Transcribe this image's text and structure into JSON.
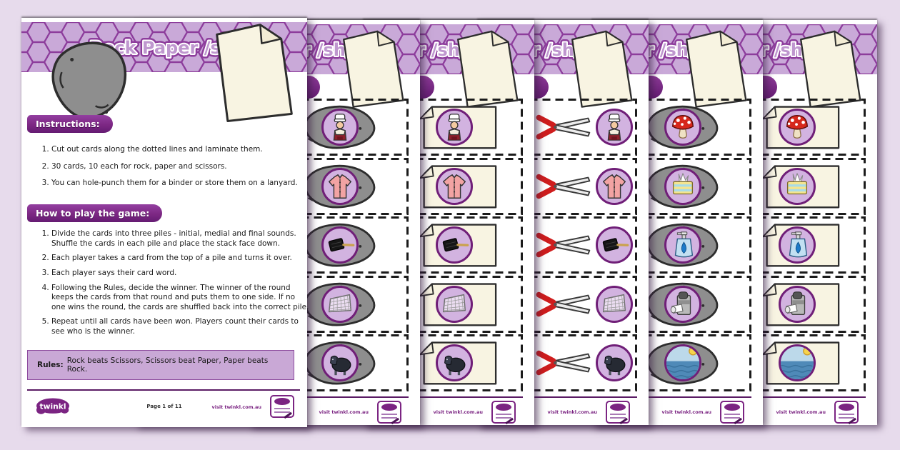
{
  "title": "Rock Paper /sh/",
  "instructions": {
    "heading": "Instructions:",
    "items": [
      "Cut out cards along the dotted lines and laminate them.",
      "30 cards, 10 each for rock, paper and scissors.",
      "You can hole-punch them for a binder or store them on a lanyard."
    ]
  },
  "how_to_play": {
    "heading": "How to play the game:",
    "items": [
      "Divide the cards into three piles - initial, medial and final sounds. Shuffle the cards in each pile and place the stack face down.",
      "Each player takes a card from the top of a pile and turns it over.",
      "Each player says their card word.",
      "Following the Rules, decide the winner. The winner of the round keeps the cards from that round and puts them to one side. If no one wins the round, the cards are shuffled back into the correct pile.",
      "Repeat until all cards have been won. Players count their cards to see who is the winner."
    ]
  },
  "rules": {
    "label": "Rules:",
    "text": "Rock beats Scissors, Scissors beat Paper, Paper beats Rock."
  },
  "footer": {
    "brand": "twinkl",
    "page_label": "Page 1 of 11",
    "visit": "visit twinkl.com.au"
  },
  "card_pages": [
    {
      "type": "rock",
      "images": [
        "chef",
        "shirt",
        "brush",
        "net",
        "sheep"
      ]
    },
    {
      "type": "paper",
      "images": [
        "chef",
        "shirt",
        "brush",
        "net",
        "sheep"
      ]
    },
    {
      "type": "scissors",
      "images": [
        "chef",
        "shirt",
        "brush",
        "net",
        "sheep"
      ]
    },
    {
      "type": "rock",
      "images": [
        "mushroom",
        "tissues",
        "soap",
        "machine",
        "ocean"
      ]
    },
    {
      "type": "paper",
      "images": [
        "mushroom",
        "tissues",
        "soap",
        "machine",
        "ocean"
      ]
    }
  ],
  "icons": {
    "header": [
      "rock-icon",
      "paper-sheet-icon"
    ],
    "card_art": [
      "rock-icon",
      "paper-sheet-icon",
      "scissors-icon"
    ],
    "card_images": [
      "chef-icon",
      "shirt-icon",
      "brush-icon",
      "net-icon",
      "sheep-icon",
      "mushroom-icon",
      "tissues-icon",
      "soap-bottle-icon",
      "machine-icon",
      "ocean-icon"
    ]
  },
  "colors": {
    "background": "#e7dbec",
    "header_band": "#c9a9d8",
    "hex_outline": "#8d3d9c",
    "pill_purple": "#7d2884",
    "accent_purple": "#7b2482",
    "rules_box": "#c9a8d6",
    "paper_cream": "#f8f4e2",
    "rock_gray": "#8e8e8e",
    "scissors_red": "#cf1d1d",
    "circle_fill": "#d2b3e0"
  }
}
